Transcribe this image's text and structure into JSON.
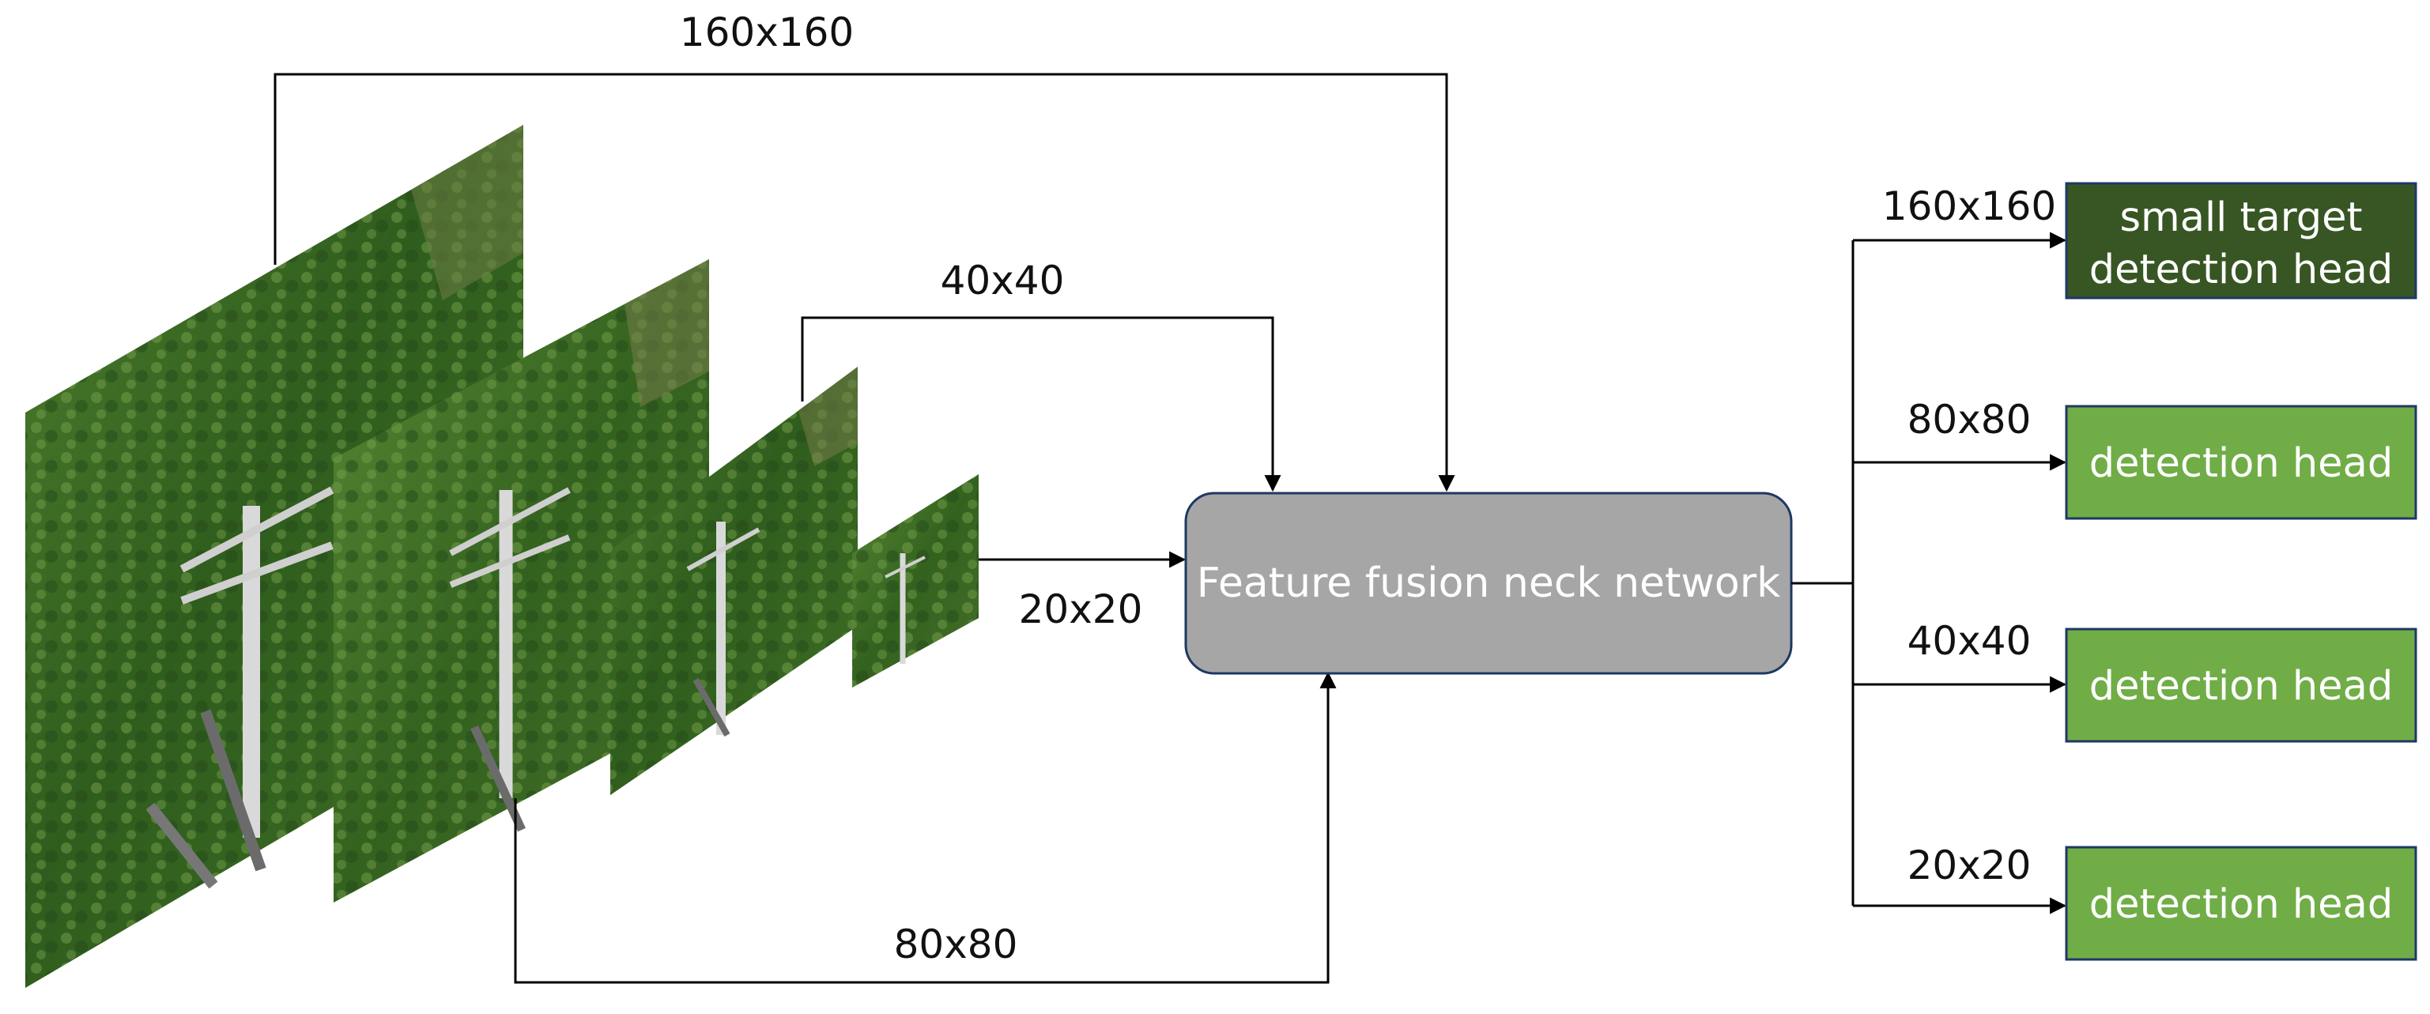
{
  "diagram": {
    "feature_maps": [
      {
        "name": "feature-map-160"
      },
      {
        "name": "feature-map-80"
      },
      {
        "name": "feature-map-40"
      },
      {
        "name": "feature-map-20"
      }
    ],
    "input_labels": {
      "p160": "160x160",
      "p40": "40x40",
      "p20": "20x20",
      "p80": "80x80"
    },
    "neck": {
      "label": "Feature fusion neck network"
    },
    "heads": [
      {
        "scale": "160x160",
        "line1": "small target",
        "line2": "detection head",
        "color": "#375623"
      },
      {
        "scale": "80x80",
        "line1": "detection head",
        "color": "#70ad47"
      },
      {
        "scale": "40x40",
        "line1": "detection head",
        "color": "#70ad47"
      },
      {
        "scale": "20x20",
        "line1": "detection head",
        "color": "#70ad47"
      }
    ],
    "colors": {
      "neck_fill": "#a6a6a6",
      "neck_border": "#1f3864",
      "box_border": "#1f3864",
      "line": "#000000"
    }
  }
}
